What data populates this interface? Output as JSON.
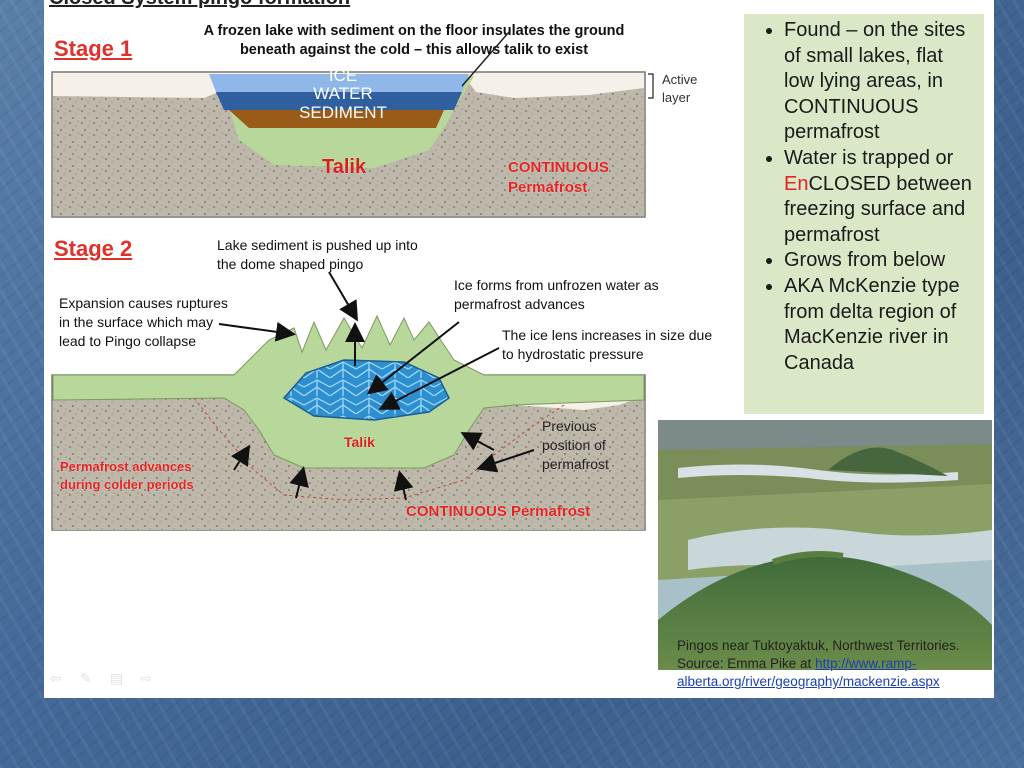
{
  "stage1": {
    "heading": "Stage 1",
    "caption": "A frozen lake with sediment on the floor insulates the ground beneath against the cold – this allows talik to exist",
    "layer_ice": "ICE",
    "layer_water": "WATER",
    "layer_sediment": "SEDIMENT",
    "talik": "Talik",
    "continuous_line1": "CONTINUOUS",
    "continuous_line2": "Permafrost",
    "active_layer": "Active layer"
  },
  "stage2": {
    "heading": "Stage 2",
    "sediment_note": "Lake sediment is pushed up into the dome shaped pingo",
    "ice_forms_note": "Ice forms from unfrozen water as permafrost advances",
    "expansion_note": "Expansion causes ruptures in the surface which may lead to Pingo collapse",
    "ice_lens_note": "The ice lens increases in size due to hydrostatic pressure",
    "talik": "Talik",
    "previous_position": "Previous position of permafrost",
    "advances_line1": "Permafrost advances",
    "advances_line2": "during colder periods",
    "continuous": "CONTINUOUS Permafrost"
  },
  "bullets": {
    "b1": "Found – on the sites of small lakes, flat low lying areas, in CONTINUOUS permafrost",
    "b2_pre": "Water is trapped or ",
    "b2_red": "En",
    "b2_post": "CLOSED between freezing surface and permafrost",
    "b3": "Grows from below",
    "b4": "AKA McKenzie type from delta region of MacKenzie river in Canada"
  },
  "photo_caption": {
    "line1": "Pingos near Tuktoyaktuk, Northwest Territories.",
    "source_prefix": "Source: Emma Pike at ",
    "link": "http://www.ramp-alberta.org/river/geography/mackenzie.aspx"
  },
  "colors": {
    "heading_red": "#e0302a",
    "bullet_panel": "#dbe8c8",
    "ice": "#8fb8e8",
    "water": "#2f5f9f",
    "sediment": "#9a5a18",
    "talik_green": "#b8d79a",
    "permafrost": "#bcb7aa"
  }
}
